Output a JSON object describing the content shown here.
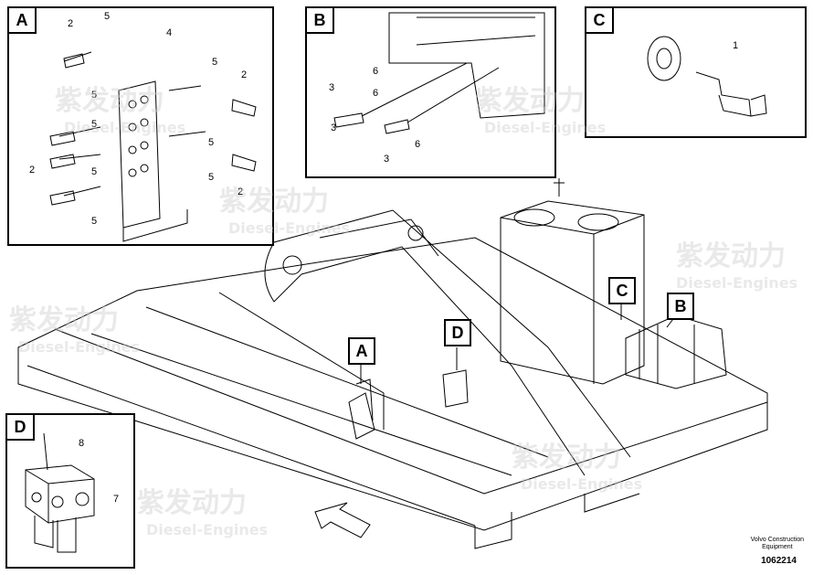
{
  "panels": {
    "a": {
      "tag": "A",
      "labels": [
        "2",
        "5",
        "4",
        "5",
        "2",
        "5",
        "5",
        "5",
        "2",
        "5",
        "5",
        "2",
        "5"
      ]
    },
    "b": {
      "tag": "B",
      "labels": [
        "3",
        "6",
        "3",
        "6",
        "6",
        "3"
      ]
    },
    "c": {
      "tag": "C",
      "labels": [
        "1"
      ]
    },
    "d": {
      "tag": "D",
      "labels": [
        "8",
        "7"
      ]
    }
  },
  "callouts": [
    "A",
    "D",
    "C",
    "B"
  ],
  "watermark": {
    "brand": "紫发动力",
    "sub": "Diesel-Engines"
  },
  "footer": {
    "company": "Volvo Construction",
    "company2": "Equipment",
    "doc_number": "1062214"
  }
}
